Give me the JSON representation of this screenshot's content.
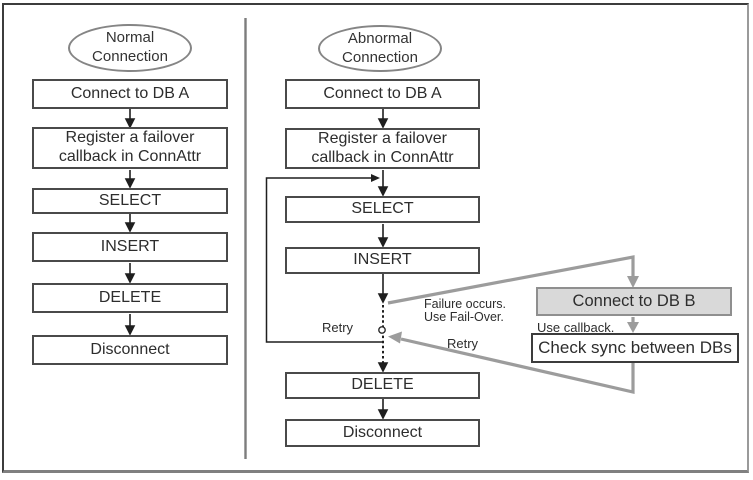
{
  "normal": {
    "title": "Normal Connection",
    "steps": [
      "Connect to DB A",
      "Register a failover callback in ConnAttr",
      "SELECT",
      "INSERT",
      "DELETE",
      "Disconnect"
    ]
  },
  "abnormal": {
    "title": "Abnormal Connection",
    "steps": [
      "Connect to DB A",
      "Register a failover callback in ConnAttr",
      "SELECT",
      "INSERT",
      "DELETE",
      "Disconnect"
    ]
  },
  "failover": {
    "connect_db_b": "Connect to DB B",
    "use_callback_label": "Use callback.",
    "check_sync": "Check sync between DBs",
    "failure_label_line1": "Failure occurs.",
    "failure_label_line2": "Use Fail-Over.",
    "retry_label_left": "Retry",
    "retry_label_right": "Retry"
  },
  "colors": {
    "black_line": "#1f1f1f",
    "gray_line": "#9c9c9c",
    "box_border": "#4a4a4a",
    "db_b_fill": "#d9d9d9",
    "db_b_border": "#8f8f8f",
    "divider": "#7d7d7d"
  }
}
